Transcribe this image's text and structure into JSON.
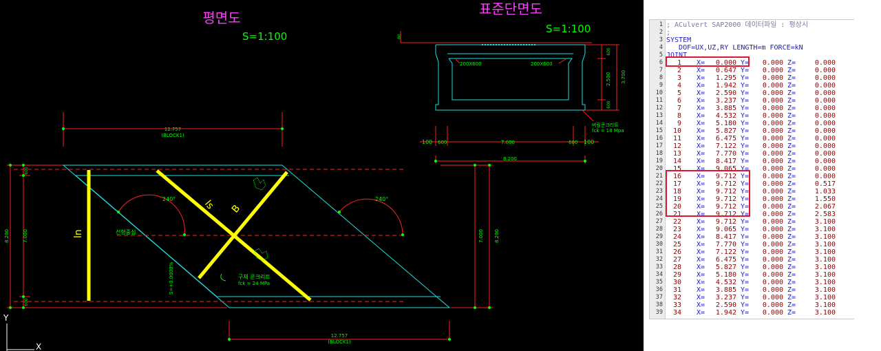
{
  "cad": {
    "plan_title": "평면도",
    "section_title": "표준단면도",
    "plan_scale": "S=1:100",
    "section_scale": "S=1:100",
    "dim_top": "12.757",
    "dim_top_sub": "(BLOCK1)",
    "dim_bottom": "12.757",
    "dim_bottom_sub": "(BLOCK1)",
    "dim_left_total": "8.200",
    "dim_left_mid": "7.000",
    "dim_left_top": "600",
    "dim_left_bot": "600",
    "dim_right_total": "8.200",
    "dim_right_mid": "7.000",
    "label_ln": "ln",
    "label_ls": "ls",
    "label_b": "B",
    "angle_left": "240°",
    "angle_right": "240°",
    "center_label": "선형중심",
    "slope_label": "S=+0.0000%",
    "body_concrete": "구체 콘크리트",
    "body_fck": "fck = 24 MPa",
    "lean_concrete": "버림콘크리트",
    "lean_fck": "fck = 18 Mpa",
    "sec_haunch_left": "200X600",
    "sec_haunch_right": "200X600",
    "sec_top_dim": "80",
    "sec_dim_600_top": "600",
    "sec_dim_2500": "2.500",
    "sec_dim_3700": "3.700",
    "sec_dim_600_bot": "600",
    "sec_b_100l": "100",
    "sec_b_600l": "600",
    "sec_b_7000": "7.000",
    "sec_b_600r": "600",
    "sec_b_100r": "100",
    "sec_b_8200": "8.200",
    "ucs_y": "Y",
    "ucs_x": "X"
  },
  "editor": {
    "header": [
      {
        "n": "1",
        "text": "; ACulvert SAP2000 데이터파일 : 평상시",
        "cls": "c-cmt"
      },
      {
        "n": "2",
        "text": ";",
        "cls": "c-cmt"
      },
      {
        "n": "3",
        "text": "SYSTEM",
        "cls": "c-kw"
      },
      {
        "n": "4",
        "text": "   DOF=UX,UZ,RY LENGTH=m FORCE=kN",
        "cls": "c-kw"
      },
      {
        "n": "5",
        "text": "JOINT",
        "cls": "c-kw"
      }
    ],
    "joints": [
      {
        "n": "6",
        "j": "1",
        "x": "0.000",
        "y": "0.000",
        "z": "0.000"
      },
      {
        "n": "7",
        "j": "2",
        "x": "0.647",
        "y": "0.000",
        "z": "0.000"
      },
      {
        "n": "8",
        "j": "3",
        "x": "1.295",
        "y": "0.000",
        "z": "0.000"
      },
      {
        "n": "9",
        "j": "4",
        "x": "1.942",
        "y": "0.000",
        "z": "0.000"
      },
      {
        "n": "10",
        "j": "5",
        "x": "2.590",
        "y": "0.000",
        "z": "0.000"
      },
      {
        "n": "11",
        "j": "6",
        "x": "3.237",
        "y": "0.000",
        "z": "0.000"
      },
      {
        "n": "12",
        "j": "7",
        "x": "3.885",
        "y": "0.000",
        "z": "0.000"
      },
      {
        "n": "13",
        "j": "8",
        "x": "4.532",
        "y": "0.000",
        "z": "0.000"
      },
      {
        "n": "14",
        "j": "9",
        "x": "5.180",
        "y": "0.000",
        "z": "0.000"
      },
      {
        "n": "15",
        "j": "10",
        "x": "5.827",
        "y": "0.000",
        "z": "0.000"
      },
      {
        "n": "16",
        "j": "11",
        "x": "6.475",
        "y": "0.000",
        "z": "0.000"
      },
      {
        "n": "17",
        "j": "12",
        "x": "7.122",
        "y": "0.000",
        "z": "0.000"
      },
      {
        "n": "18",
        "j": "13",
        "x": "7.770",
        "y": "0.000",
        "z": "0.000"
      },
      {
        "n": "19",
        "j": "14",
        "x": "8.417",
        "y": "0.000",
        "z": "0.000"
      },
      {
        "n": "20",
        "j": "15",
        "x": "9.065",
        "y": "0.000",
        "z": "0.000"
      },
      {
        "n": "21",
        "j": "16",
        "x": "9.712",
        "y": "0.000",
        "z": "0.000"
      },
      {
        "n": "22",
        "j": "17",
        "x": "9.712",
        "y": "0.000",
        "z": "0.517"
      },
      {
        "n": "23",
        "j": "18",
        "x": "9.712",
        "y": "0.000",
        "z": "1.033"
      },
      {
        "n": "24",
        "j": "19",
        "x": "9.712",
        "y": "0.000",
        "z": "1.550"
      },
      {
        "n": "25",
        "j": "20",
        "x": "9.712",
        "y": "0.000",
        "z": "2.067"
      },
      {
        "n": "26",
        "j": "21",
        "x": "9.712",
        "y": "0.000",
        "z": "2.583"
      },
      {
        "n": "27",
        "j": "22",
        "x": "9.712",
        "y": "0.000",
        "z": "3.100"
      },
      {
        "n": "28",
        "j": "23",
        "x": "9.065",
        "y": "0.000",
        "z": "3.100"
      },
      {
        "n": "29",
        "j": "24",
        "x": "8.417",
        "y": "0.000",
        "z": "3.100"
      },
      {
        "n": "30",
        "j": "25",
        "x": "7.770",
        "y": "0.000",
        "z": "3.100"
      },
      {
        "n": "31",
        "j": "26",
        "x": "7.122",
        "y": "0.000",
        "z": "3.100"
      },
      {
        "n": "32",
        "j": "27",
        "x": "6.475",
        "y": "0.000",
        "z": "3.100"
      },
      {
        "n": "33",
        "j": "28",
        "x": "5.827",
        "y": "0.000",
        "z": "3.100"
      },
      {
        "n": "34",
        "j": "29",
        "x": "5.180",
        "y": "0.000",
        "z": "3.100"
      },
      {
        "n": "35",
        "j": "30",
        "x": "4.532",
        "y": "0.000",
        "z": "3.100"
      },
      {
        "n": "36",
        "j": "31",
        "x": "3.885",
        "y": "0.000",
        "z": "3.100"
      },
      {
        "n": "37",
        "j": "32",
        "x": "3.237",
        "y": "0.000",
        "z": "3.100"
      },
      {
        "n": "38",
        "j": "33",
        "x": "2.590",
        "y": "0.000",
        "z": "3.100"
      },
      {
        "n": "39",
        "j": "34",
        "x": "1.942",
        "y": "0.000",
        "z": "3.100"
      }
    ]
  }
}
